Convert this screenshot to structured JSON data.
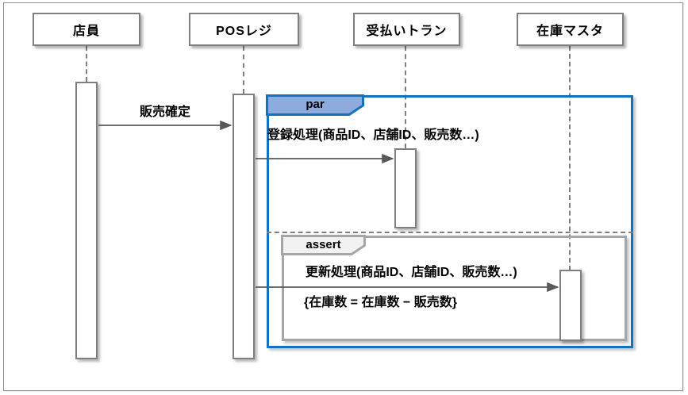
{
  "diagram": {
    "kind": "uml-sequence-diagram",
    "actors": [
      {
        "id": "clerk",
        "label": "店員"
      },
      {
        "id": "pos-register",
        "label": "POSレジ"
      },
      {
        "id": "payment-tran",
        "label": "受払いトラン"
      },
      {
        "id": "stock-master",
        "label": "在庫マスタ"
      }
    ],
    "messages": [
      {
        "id": "sale-confirm",
        "from": "店員",
        "to": "POSレジ",
        "label": "販売確定"
      },
      {
        "id": "register",
        "from": "POSレジ",
        "to": "受払いトラン",
        "label": "登録処理(商品ID、店舗ID、販売数…)"
      },
      {
        "id": "update",
        "from": "POSレジ",
        "to": "在庫マスタ",
        "label": "更新処理(商品ID、店舗ID、販売数…)"
      }
    ],
    "fragments": [
      {
        "operator": "par"
      },
      {
        "operator": "assert"
      }
    ],
    "constraint": "{在庫数 = 在庫数 − 販売数}",
    "colors": {
      "par_border": "#1272bc",
      "par_header_fill": "#8faadc",
      "assert_border": "#a6a6a6",
      "assert_header_fill": "#f2f2f2",
      "arrow_line": "#595959",
      "box_border": "#7f7f7f"
    }
  }
}
